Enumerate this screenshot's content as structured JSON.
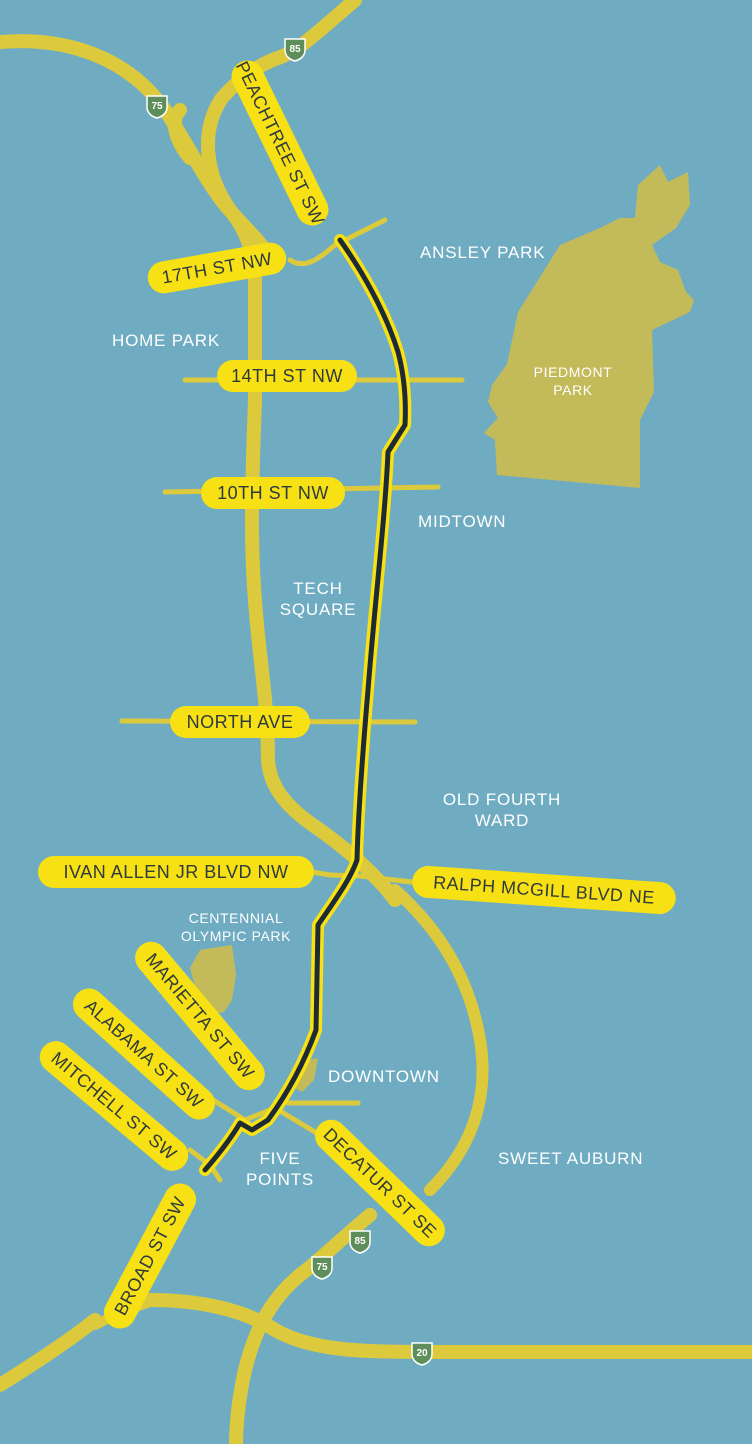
{
  "colors": {
    "water": "#6facc2",
    "road": "#dcca3c",
    "label_pill": "#f7e114",
    "park": "#c3bb5a",
    "route": "#1f2b33",
    "shield": "#5e8f5a"
  },
  "neighborhoods": {
    "ansley_park": "ANSLEY PARK",
    "home_park": "HOME PARK",
    "midtown": "MIDTOWN",
    "tech_square_1": "TECH",
    "tech_square_2": "SQUARE",
    "old_fourth_ward_1": "OLD FOURTH",
    "old_fourth_ward_2": "WARD",
    "downtown": "DOWNTOWN",
    "five_points_1": "FIVE",
    "five_points_2": "POINTS",
    "sweet_auburn": "SWEET AUBURN"
  },
  "parks": {
    "piedmont_1": "PIEDMONT",
    "piedmont_2": "PARK",
    "centennial_1": "CENTENNIAL",
    "centennial_2": "OLYMPIC PARK"
  },
  "streets": {
    "peachtree": "PEACHTREE ST SW",
    "st17": "17TH ST NW",
    "st14": "14TH ST NW",
    "st10": "10TH ST NW",
    "north_ave": "NORTH AVE",
    "ivan_allen": "IVAN ALLEN JR BLVD NW",
    "ralph_mcgill": "RALPH MCGILL BLVD NE",
    "marietta": "MARIETTA ST SW",
    "alabama": "ALABAMA ST SW",
    "mitchell": "MITCHELL ST SW",
    "broad": "BROAD ST SW",
    "decatur": "DECATUR ST SE"
  },
  "shields": {
    "i85_north": "85",
    "i75_north": "75",
    "i85_south": "85",
    "i75_south": "75",
    "i20": "20"
  }
}
